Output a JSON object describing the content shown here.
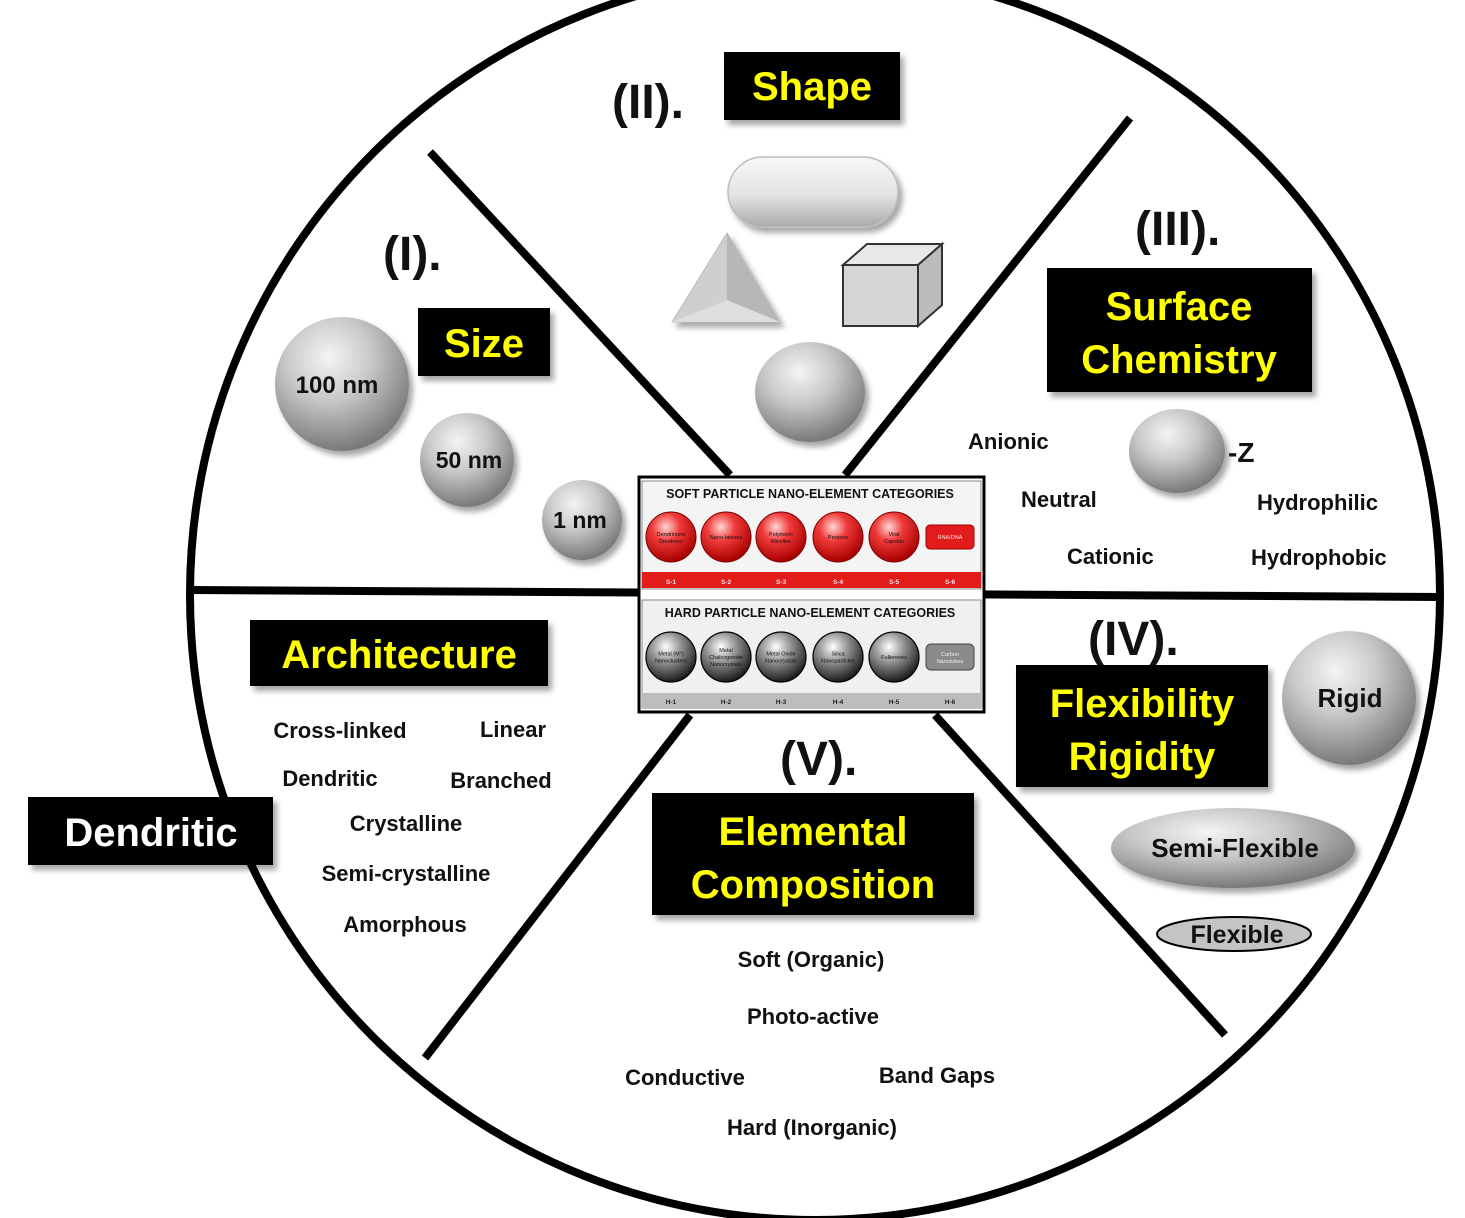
{
  "segments": {
    "size": {
      "numeral": "(I).",
      "label": "Size",
      "sizes": [
        "100 nm",
        "50 nm",
        "1 nm"
      ]
    },
    "shape": {
      "numeral": "(II).",
      "label": "Shape"
    },
    "surface_chemistry": {
      "numeral": "(III).",
      "label_line1": "Surface",
      "label_line2": "Chemistry",
      "charge_label": "-Z",
      "terms": [
        "Anionic",
        "Neutral",
        "Cationic",
        "Hydrophilic",
        "Hydrophobic"
      ]
    },
    "flexibility": {
      "numeral": "(IV).",
      "label_line1": "Flexibility",
      "label_line2": "Rigidity",
      "levels": [
        "Rigid",
        "Semi-Flexible",
        "Flexible"
      ]
    },
    "elemental_composition": {
      "numeral": "(V).",
      "label_line1": "Elemental",
      "label_line2": "Composition",
      "terms": [
        "Soft (Organic)",
        "Photo-active",
        "Conductive",
        "Band Gaps",
        "Hard (Inorganic)"
      ]
    },
    "architecture": {
      "label": "Architecture",
      "side_label": "Dendritic",
      "terms": [
        "Cross-linked",
        "Linear",
        "Dendritic",
        "Branched",
        "Crystalline",
        "Semi-crystalline",
        "Amorphous"
      ]
    }
  },
  "center_table": {
    "soft_title": "SOFT PARTICLE NANO-ELEMENT CATEGORIES",
    "soft_items": [
      {
        "line1": "Dendrimers",
        "line2": "Dendrons",
        "code": "S-1"
      },
      {
        "line1": "Nano-latexes",
        "line2": "",
        "code": "S-2"
      },
      {
        "line1": "Polymeric",
        "line2": "Micelles",
        "code": "S-3"
      },
      {
        "line1": "Proteins",
        "line2": "",
        "code": "S-4"
      },
      {
        "line1": "Viral",
        "line2": "Capsids",
        "code": "S-5"
      },
      {
        "line1": "RNA/DNA",
        "line2": "",
        "code": "S-6"
      }
    ],
    "hard_title": "HARD PARTICLE NANO-ELEMENT CATEGORIES",
    "hard_items": [
      {
        "line1": "Metal (M°)",
        "line2": "Nanoclusters",
        "code": "H-1"
      },
      {
        "line1": "Metal",
        "line2": "Chalcogenide",
        "line3": "Nanocrystals",
        "code": "H-2"
      },
      {
        "line1": "Metal Oxide",
        "line2": "Nanocrystals",
        "code": "H-3"
      },
      {
        "line1": "Silica",
        "line2": "Nanoparticles",
        "code": "H-4"
      },
      {
        "line1": "Fullerenes",
        "line2": "",
        "code": "H-5"
      },
      {
        "line1": "Carbon",
        "line2": "Nanotubes",
        "code": "H-6"
      }
    ]
  },
  "colors": {
    "label_bg": "#000000",
    "label_text": "#ffff00",
    "soft_red": "#e21b1b",
    "line": "#000000"
  }
}
